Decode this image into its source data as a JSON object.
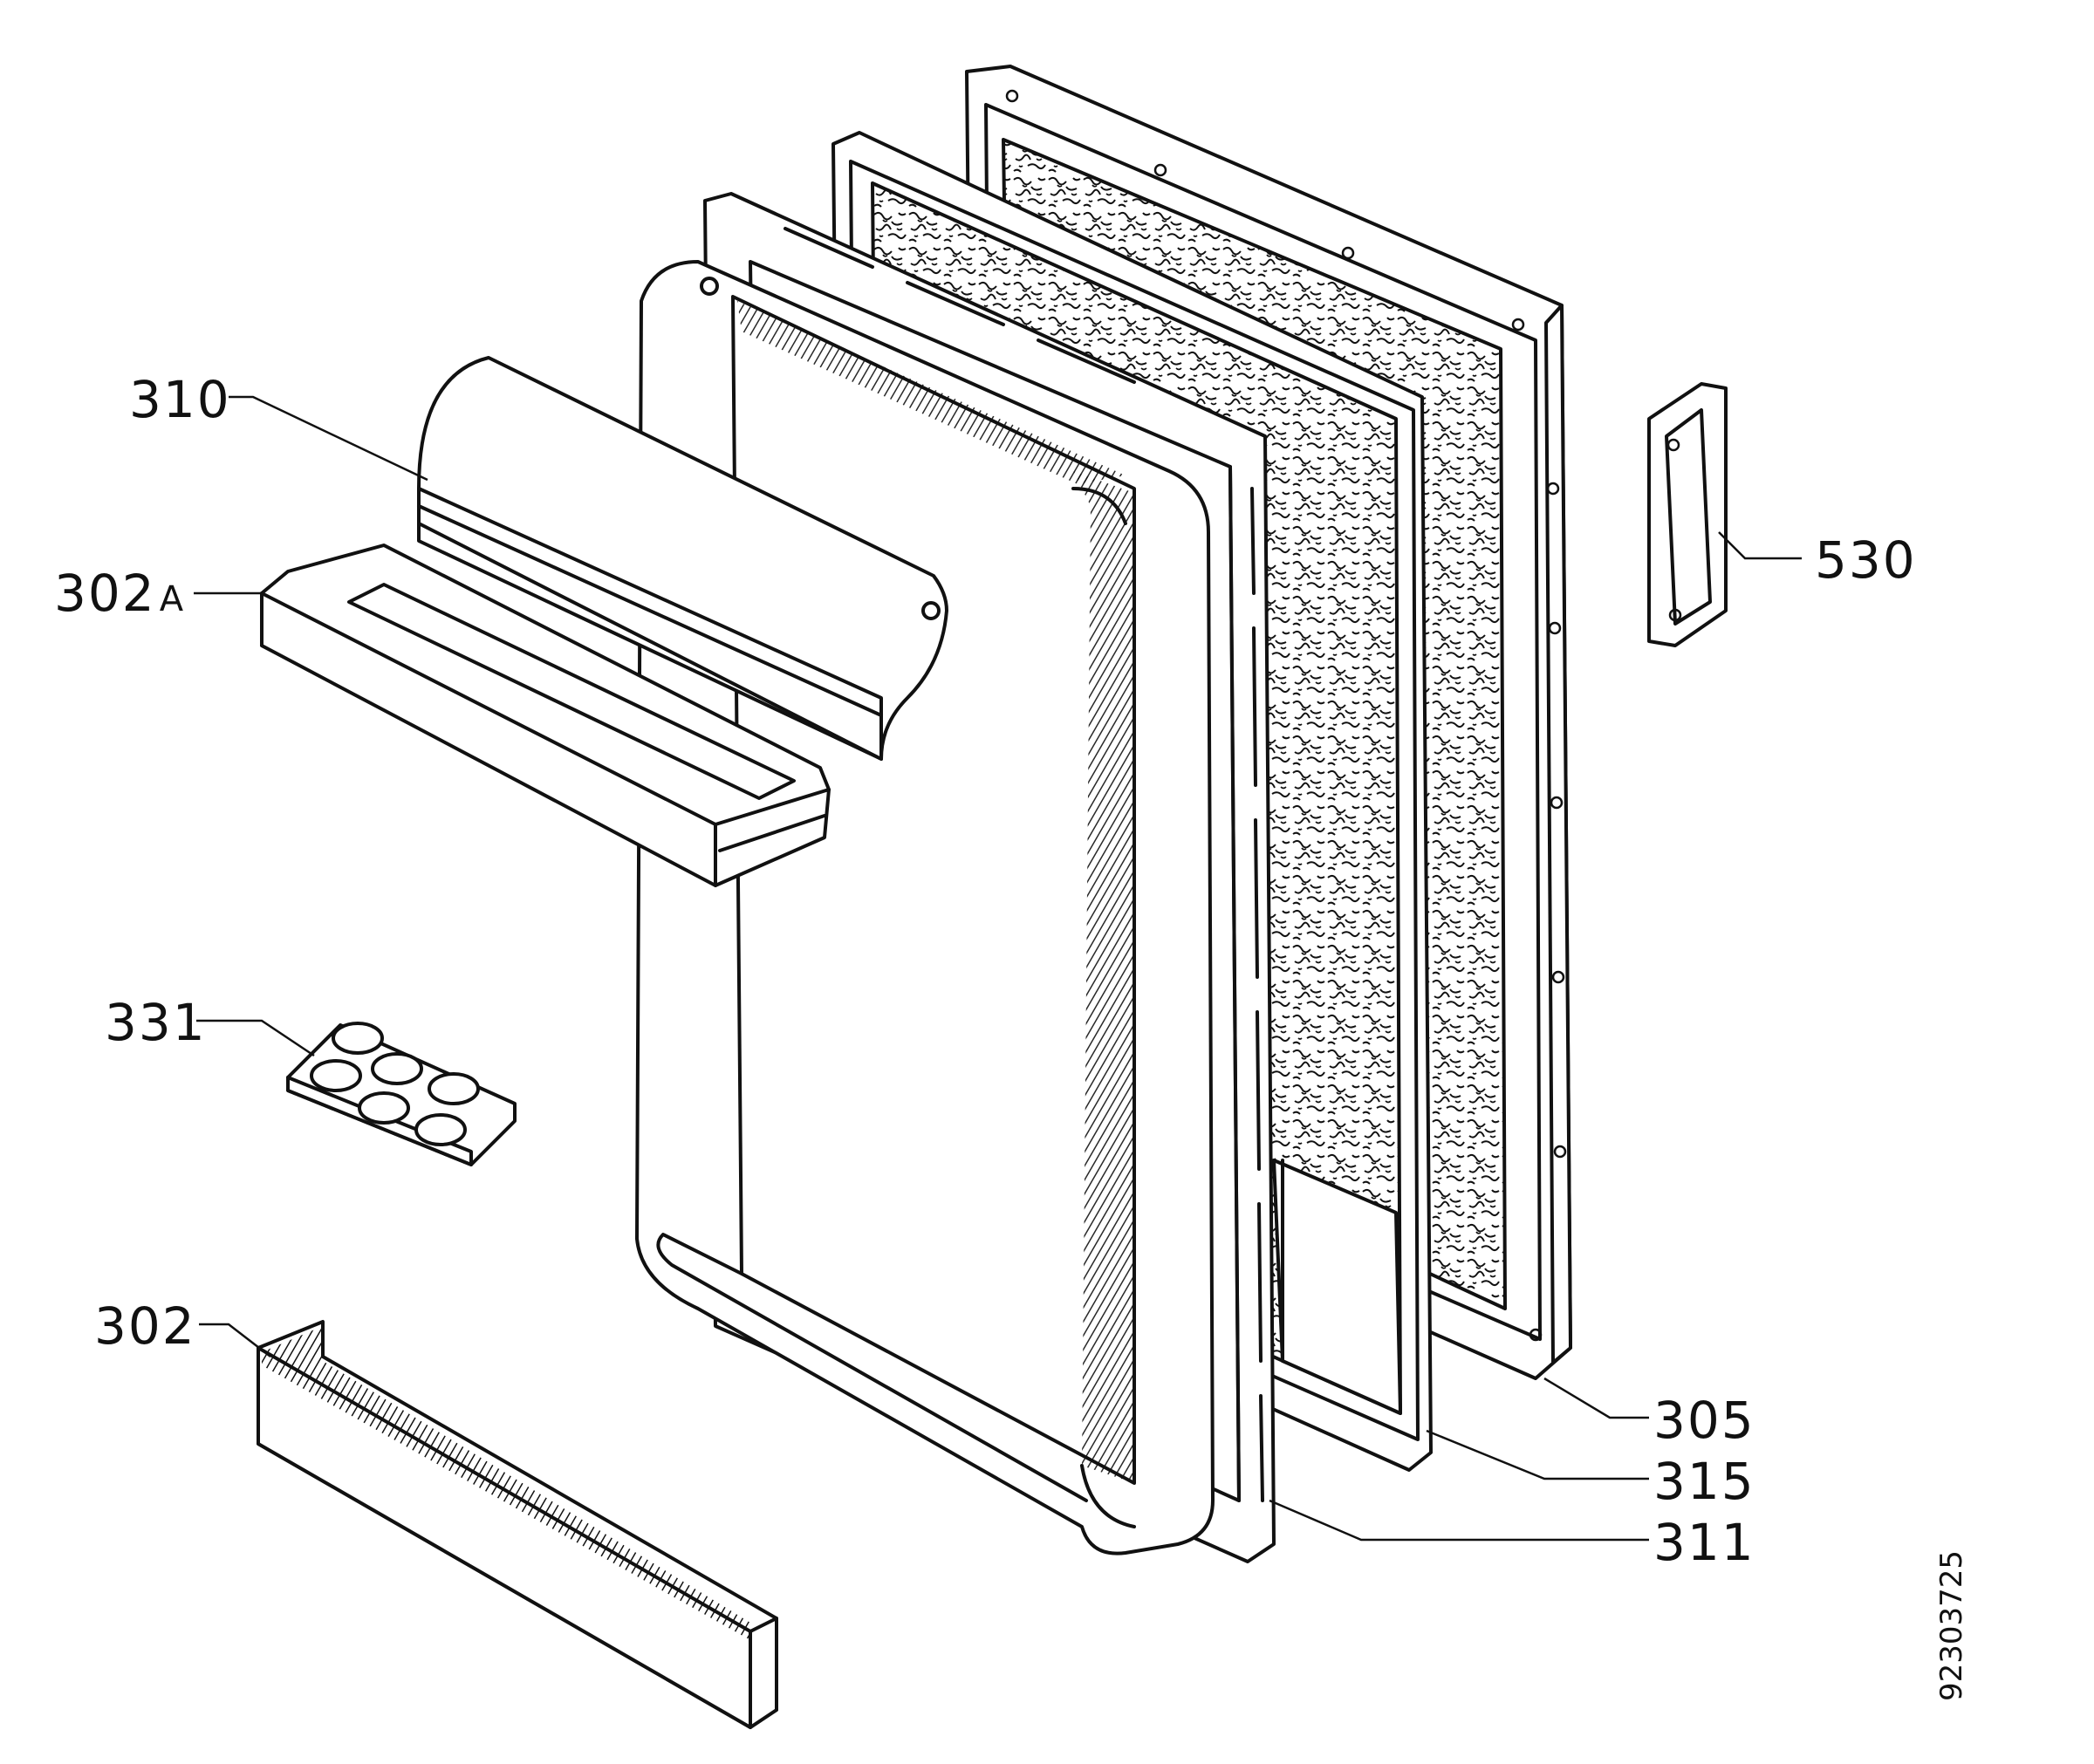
{
  "diagram": {
    "parts": [
      {
        "id": "310",
        "label": "310"
      },
      {
        "id": "302a",
        "label": "302",
        "suffix": "A"
      },
      {
        "id": "331",
        "label": "331"
      },
      {
        "id": "302",
        "label": "302"
      },
      {
        "id": "530",
        "label": "530"
      },
      {
        "id": "305",
        "label": "305"
      },
      {
        "id": "315",
        "label": "315"
      },
      {
        "id": "311",
        "label": "311"
      }
    ],
    "document_number": "92303725"
  }
}
